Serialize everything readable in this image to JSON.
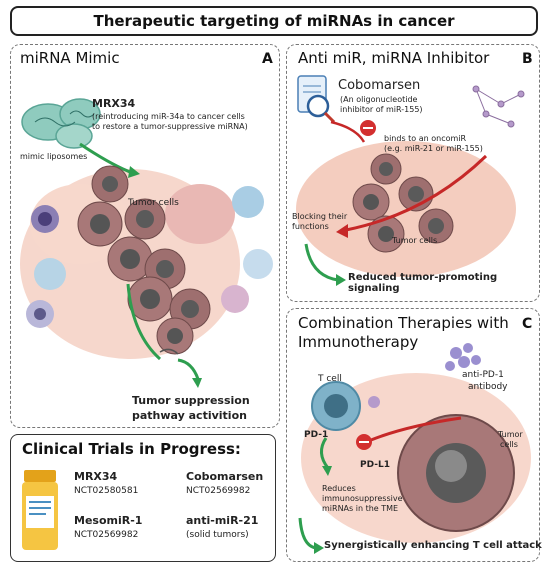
{
  "title": "Therapeutic targeting of miRNAs in cancer",
  "panel_a": {
    "title": "miRNA Mimic",
    "letter": "A",
    "drug": "MRX34",
    "drug_desc_1": "(reintroducing miR-34a to cancer cells",
    "drug_desc_2": "to restore a tumor-suppressive miRNA)",
    "liposomes": "mimic liposomes",
    "tumor_cells": "Tumor cells",
    "outcome_1": "Tumor suppression",
    "outcome_2": "pathway activition"
  },
  "panel_b": {
    "title": "Anti miR, miRNA Inhibitor",
    "letter": "B",
    "drug": "Cobomarsen",
    "drug_desc_1": "(An oligonucleotide",
    "drug_desc_2": "inhibitor of miR-155)",
    "binds_1": "binds to an oncomiR",
    "binds_2": "(e.g. miR-21 or miR-155)",
    "blocking_1": "Blocking their",
    "blocking_2": "functions",
    "tumor_cells": "Tumor cells",
    "outcome": "Reduced tumor-promoting signaling"
  },
  "panel_c": {
    "title_1": "Combination Therapies with",
    "title_2": "Immunotherapy",
    "letter": "C",
    "t_cell": "T cell",
    "antibody_1": "anti-PD-1",
    "antibody_2": "antibody",
    "pd1": "PD-1",
    "pdl1": "PD-L1",
    "tumor_1": "Tumor",
    "tumor_2": "cells",
    "reduces_1": "Reduces",
    "reduces_2": "immunosuppressive",
    "reduces_3": "miRNAs in the TME",
    "outcome": "Synergistically enhancing T cell attack"
  },
  "trials": {
    "heading": "Clinical Trials in Progress:",
    "items": [
      {
        "name": "MRX34",
        "id": "NCT02580581"
      },
      {
        "name": "Cobomarsen",
        "id": "NCT02569982"
      },
      {
        "name": "MesomiR-1",
        "id": "NCT02569982"
      },
      {
        "name": "anti-miR-21",
        "id": "(solid tumors)"
      }
    ]
  },
  "colors": {
    "green_arrow": "#2e9e4f",
    "red_arrow": "#c62828",
    "tissue_pink": "#f2c2b4",
    "tumor_cell": "#9e6f6f",
    "nucleus": "#5a5a5a"
  }
}
